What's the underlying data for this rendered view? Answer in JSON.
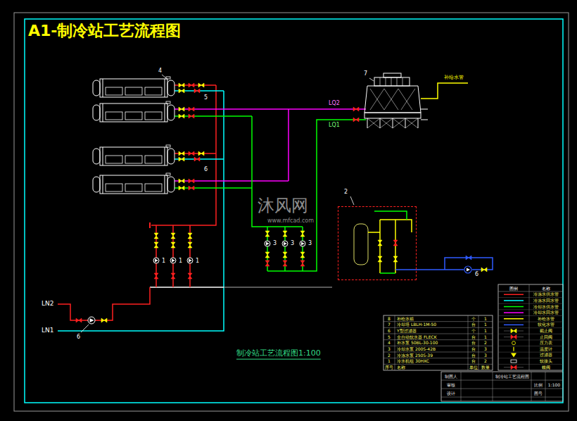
{
  "diagram": {
    "title": "A1-制冷站工艺流程图",
    "caption": "制冷站工艺流程图1:100",
    "nodes": [
      {
        "text": [
          "7"
        ]
      },
      {
        "text": [
          "2"
        ]
      },
      {
        "text": [
          "6"
        ]
      }
    ],
    "edges": [
      {
        "from": 1,
        "to": 2,
        "arrow": "none"
      }
    ],
    "labels": [
      "4",
      "5",
      "6",
      "1",
      "1",
      "1",
      "3",
      "3",
      "3",
      "LQ2",
      "LQ1",
      "LN2",
      "LN1",
      "6",
      "沐风网",
      "www.mfcad.com",
      "补给水管",
      "8",
      "补给水箱",
      "个",
      "1",
      "7",
      "冷却塔 LBLH-1M-50",
      "台",
      "1",
      "6",
      "Y型过滤器",
      "个",
      "1",
      "5",
      "全自动软水器 FLECK",
      "台",
      "1",
      "4",
      "补水泵 50BL-30-100",
      "台",
      "2",
      "3",
      "冷却水泵 200S-42B",
      "台",
      "3",
      "2",
      "冷冻水泵 250S-39",
      "台",
      "3",
      "1",
      "冷水机组 30HXC",
      "台",
      "2",
      "序号",
      "名称",
      "单位",
      "数量",
      "图例",
      "名称",
      "制图人",
      "审核",
      "设计",
      "制冷站工艺流程图",
      "比例",
      "1:100",
      "图号"
    ],
    "legend": [
      {
        "text": "冷冻水供水管"
      },
      {
        "text": "冷冻水回水管"
      },
      {
        "text": "冷却水供水管"
      },
      {
        "text": "冷却水回水管"
      },
      {
        "text": "补给水管"
      },
      {
        "text": "软化水管"
      },
      {
        "text": "截止阀"
      },
      {
        "text": "止回阀"
      },
      {
        "text": "压力表"
      },
      {
        "text": "温度计"
      },
      {
        "text": "过滤器"
      },
      {
        "text": "软接头"
      },
      {
        "text": "蝶阀"
      }
    ]
  }
}
